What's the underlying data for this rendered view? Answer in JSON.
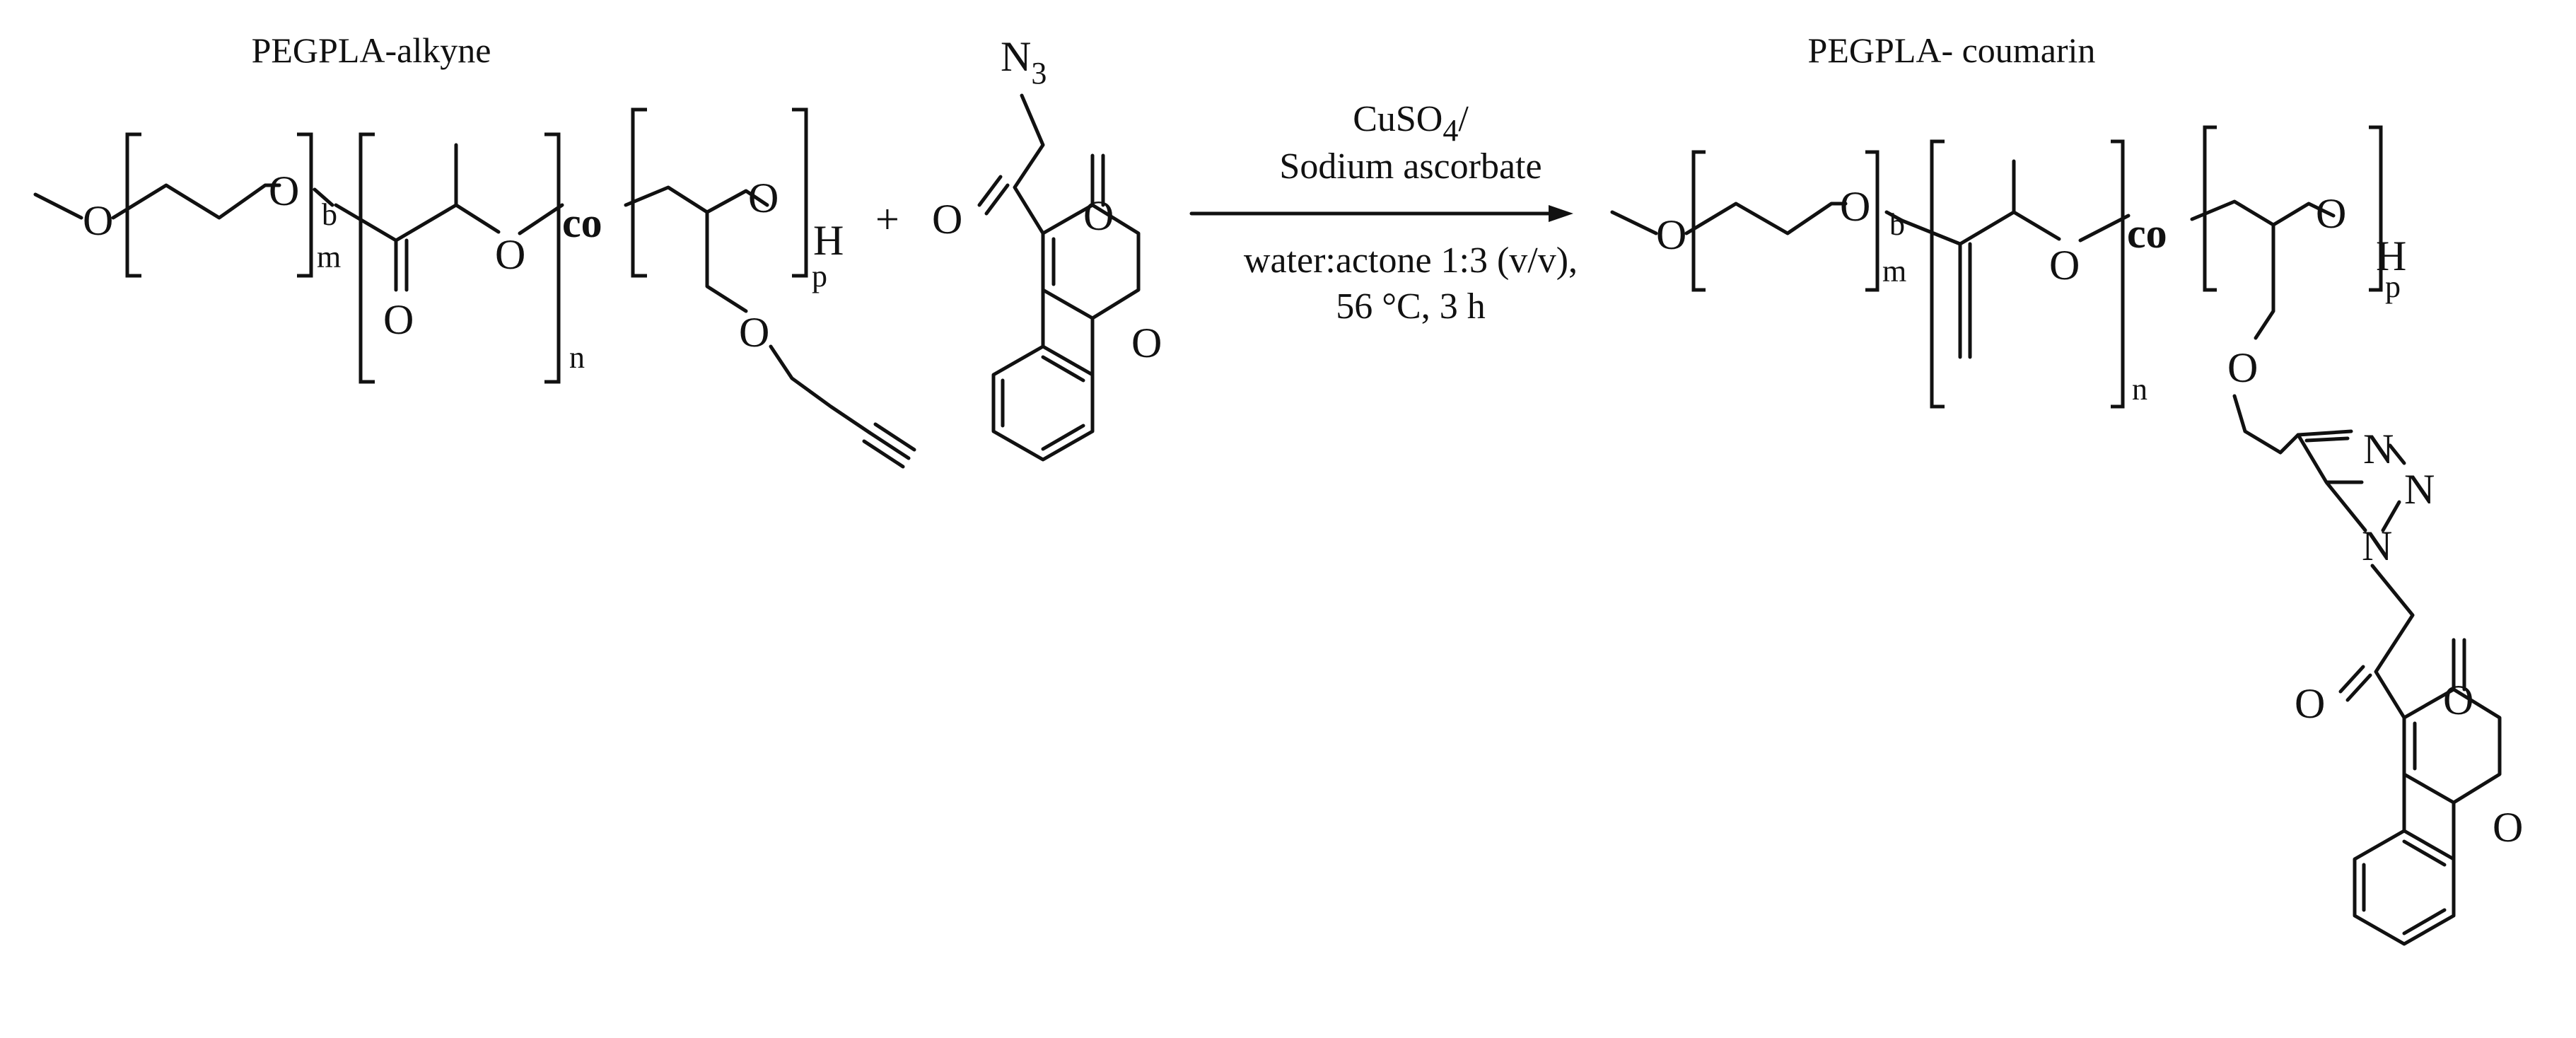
{
  "titles": {
    "reactant": "PEGPLA-alkyne",
    "product": "PEGPLA- coumarin"
  },
  "conditions": {
    "reagent1_main": "CuSO",
    "reagent1_sub": "4",
    "reagent1_tail": "/",
    "reagent2": "Sodium ascorbate",
    "solvent": "water:actone 1:3 (v/v),",
    "temp_time": "56 °C, 3 h"
  },
  "atoms": {
    "oxygen": "O",
    "hydrogen": "H",
    "nitrogen": "N",
    "azide": "N",
    "azide_sub": "3"
  },
  "copolymer_labels": {
    "block": "b",
    "copolymer": "co",
    "m": "m",
    "n": "n",
    "p": "p"
  },
  "operators": {
    "plus": "+"
  },
  "colors": {
    "ink": "#111111",
    "background": "#ffffff"
  }
}
